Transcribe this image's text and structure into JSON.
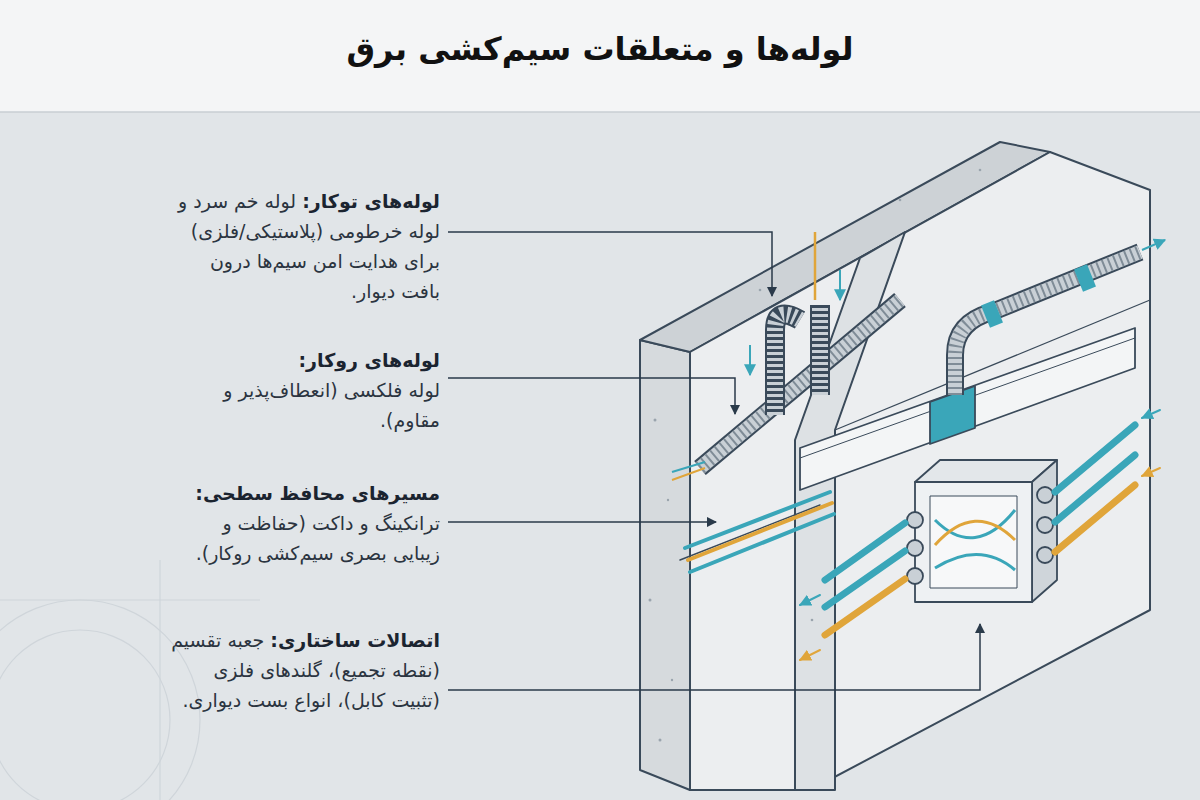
{
  "diagram": {
    "title": "لوله‌ها و متعلقات سیم‌کشی برق",
    "labels": [
      "لوله‌های توکار:",
      "لوله خم سرد و لوله خرطومی (پلاستیکی/فلزی) برای هدایت امن سیم‌ها درون بافت دیوار.",
      "لوله‌های روکار:",
      "لوله فلکسی (انعطاف‌پذیر و مقاوم).",
      "مسیرهای محافظ سطحی:",
      "ترانکینگ و داکت (حفاظت و زیبایی بصری سیم‌کشی روکار).",
      "اتصالات ساختاری:",
      "جعبه تقسیم (نقطه تجمیع)، گلندهای فلزی (تثبیت کابل)، انواع بست دیواری."
    ]
  }
}
